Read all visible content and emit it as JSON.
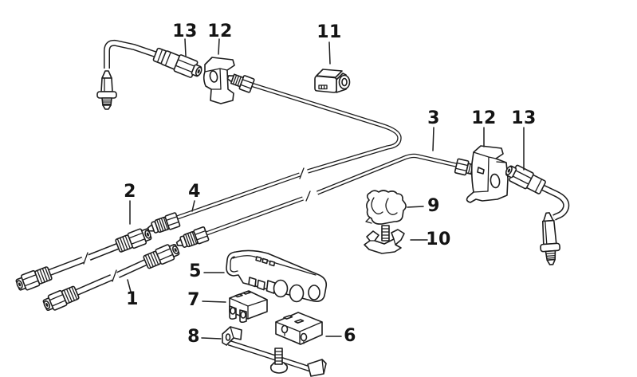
{
  "canvas": {
    "background": "#ffffff",
    "line_color": "#1d1d1d",
    "label_color": "#141414"
  },
  "callouts": {
    "c13_front": {
      "label": "13"
    },
    "c12_front": {
      "label": "12"
    },
    "c11": {
      "label": "11"
    },
    "c3": {
      "label": "3"
    },
    "c12_rear": {
      "label": "12"
    },
    "c13_rear": {
      "label": "13"
    },
    "c2": {
      "label": "2"
    },
    "c4": {
      "label": "4"
    },
    "c1": {
      "label": "1"
    },
    "c5": {
      "label": "5"
    },
    "c7": {
      "label": "7"
    },
    "c8": {
      "label": "8"
    },
    "c6": {
      "label": "6"
    },
    "c9": {
      "label": "9"
    },
    "c10": {
      "label": "10"
    }
  }
}
